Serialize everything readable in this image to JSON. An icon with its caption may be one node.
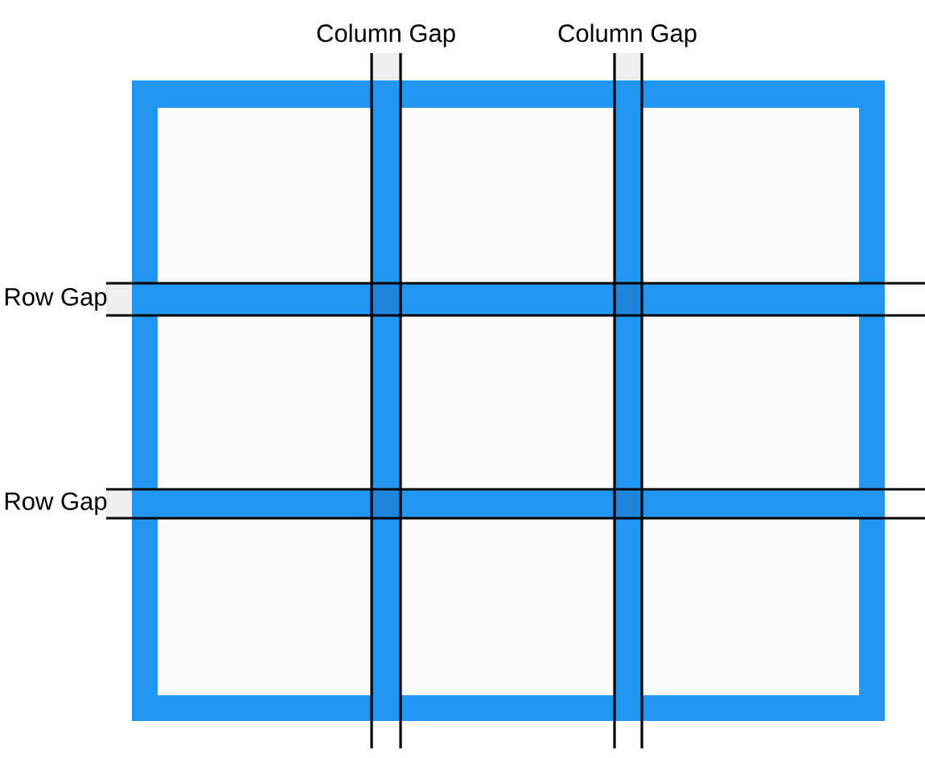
{
  "diagram": {
    "labels": [
      "Column Gap",
      "Column Gap",
      "Row Gap",
      "Row Gap"
    ]
  }
}
